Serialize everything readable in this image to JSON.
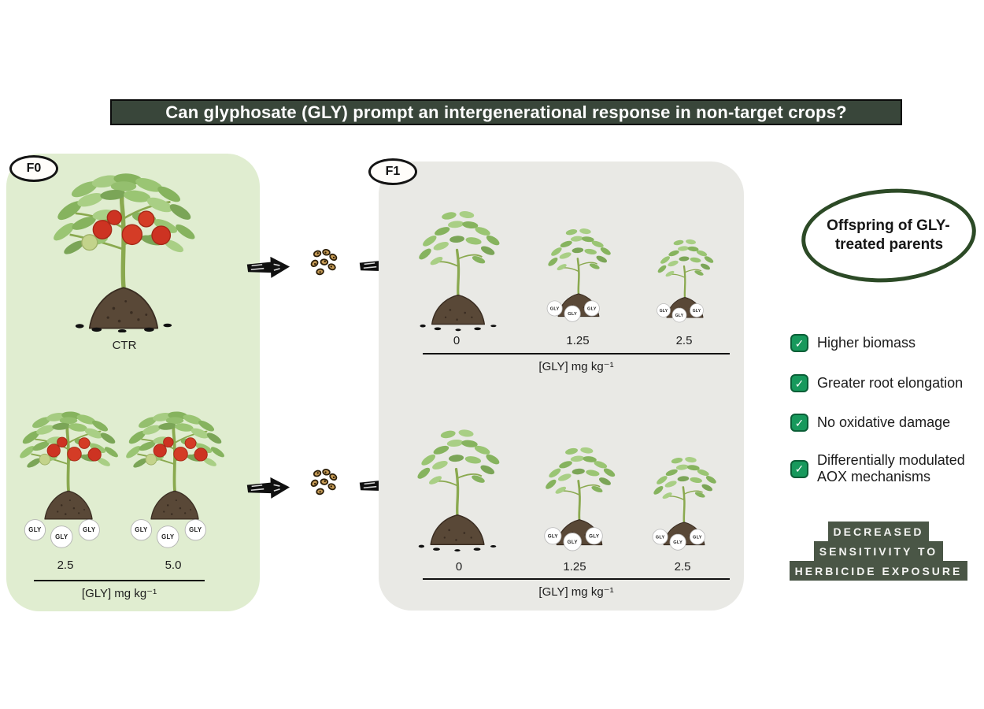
{
  "title": "Can glyphosate (GLY) prompt an intergenerational response in non-target crops?",
  "f0": {
    "badge": "F0",
    "ctr_label": "CTR",
    "dose_labels": [
      "2.5",
      "5.0"
    ],
    "axis_label": "[GLY] mg kg⁻¹"
  },
  "f1": {
    "badge": "F1",
    "top_row": {
      "dose_labels": [
        "0",
        "1.25",
        "2.5"
      ],
      "axis_label": "[GLY] mg kg⁻¹"
    },
    "bottom_row": {
      "dose_labels": [
        "0",
        "1.25",
        "2.5"
      ],
      "axis_label": "[GLY] mg kg⁻¹"
    }
  },
  "gly_ball_label": "GLY",
  "offspring_note": {
    "line1": "Offspring of GLY-",
    "line2": "treated parents"
  },
  "findings": [
    "Higher biomass",
    "Greater root elongation",
    "No oxidative damage",
    "Differentially modulated AOX mechanisms"
  ],
  "conclusion_lines": [
    "DECREASED",
    "SENSITIVITY TO",
    "HERBICIDE EXPOSURE"
  ],
  "icons": {
    "check": "✓"
  },
  "colors": {
    "f0_panel": "#e0edd0",
    "f1_panel": "#e9e9e5",
    "title_bg": "#39463a",
    "conclusion_bg": "#4a5646",
    "check_green": "#17995c",
    "oval_border": "#2c4a26",
    "tomato_red": "#cd3322",
    "leaf_green": "#8ab366",
    "soil_brown": "#594837"
  }
}
